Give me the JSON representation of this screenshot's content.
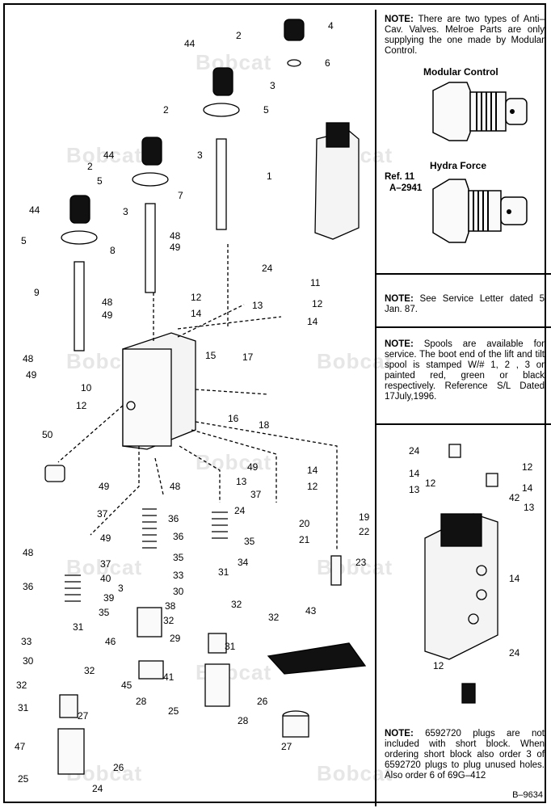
{
  "watermark": "Bobcat",
  "notes": {
    "anti_cav": {
      "label": "NOTE:",
      "text": "There are two types of Anti–Cav. Valves. Melroe Parts are only supplying the one made by Modular Control.",
      "modular_title": "Modular Control",
      "hydra_title": "Hydra Force",
      "ref_line1": "Ref. 11",
      "ref_line2": "A–2941"
    },
    "service_letter": {
      "label": "NOTE:",
      "text": "See Service Letter dated 5 Jan. 87."
    },
    "spools": {
      "label": "NOTE:",
      "text": "Spools are available for service. The boot end of the lift and tilt spool is stamped W/# 1, 2 , 3 or painted red, green or black respectively. Reference S/L Dated 17July,1996."
    },
    "plugs": {
      "label": "NOTE:",
      "text": "6592720 plugs are not included with short block. When ordering short block also order 3 of 6592720 plugs to plug unused holes. Also order 6 of 69G–412"
    }
  },
  "diagram_number": "B–9634",
  "callouts": [
    "4",
    "2",
    "44",
    "6",
    "3",
    "5",
    "2",
    "44",
    "3",
    "1",
    "2",
    "5",
    "7",
    "44",
    "3",
    "5",
    "48",
    "49",
    "8",
    "24",
    "11",
    "9",
    "48",
    "12",
    "13",
    "12",
    "49",
    "14",
    "14",
    "48",
    "15",
    "17",
    "49",
    "10",
    "16",
    "18",
    "12",
    "50",
    "49",
    "14",
    "49",
    "48",
    "13",
    "12",
    "37",
    "24",
    "37",
    "49",
    "36",
    "19",
    "20",
    "22",
    "48",
    "36",
    "35",
    "21",
    "37",
    "35",
    "34",
    "23",
    "36",
    "40",
    "33",
    "31",
    "3",
    "30",
    "35",
    "39",
    "38",
    "32",
    "32",
    "32",
    "43",
    "33",
    "31",
    "46",
    "29",
    "31",
    "30",
    "32",
    "32",
    "45",
    "28",
    "41",
    "31",
    "27",
    "26",
    "25",
    "28",
    "47",
    "27",
    "26",
    "25",
    "24",
    "24",
    "12",
    "14",
    "13",
    "12",
    "14",
    "42",
    "13",
    "14",
    "12",
    "24"
  ]
}
